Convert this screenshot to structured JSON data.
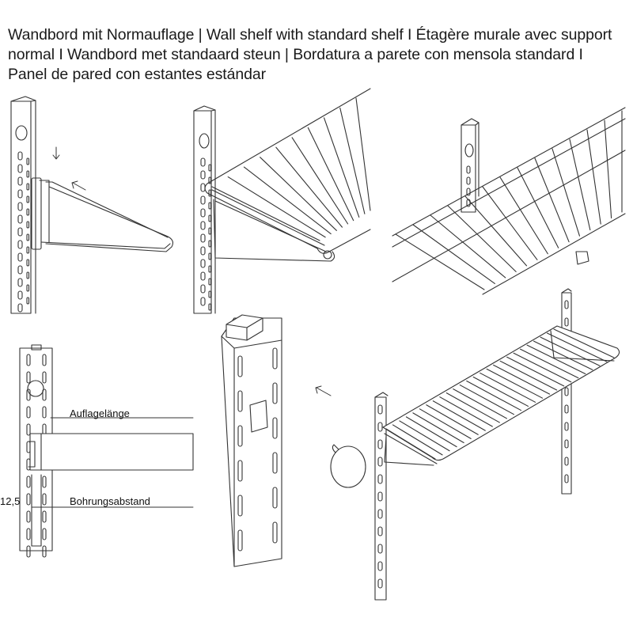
{
  "title": "Wandbord mit Normauflage | Wall shelf with standard shelf I Étagère murale avec support normal I Wandbord met standaard steun | Bordatura a parete con mensola standard I Panel de pared con estantes estándar",
  "labels": {
    "support_length": "Auflagelänge",
    "hole_spacing": "Bohrungsabstand",
    "hole_spacing_value": "12,5"
  },
  "icons": {
    "arrow_down": "arrow-down-icon",
    "arrow_left": "arrow-left-icon"
  }
}
